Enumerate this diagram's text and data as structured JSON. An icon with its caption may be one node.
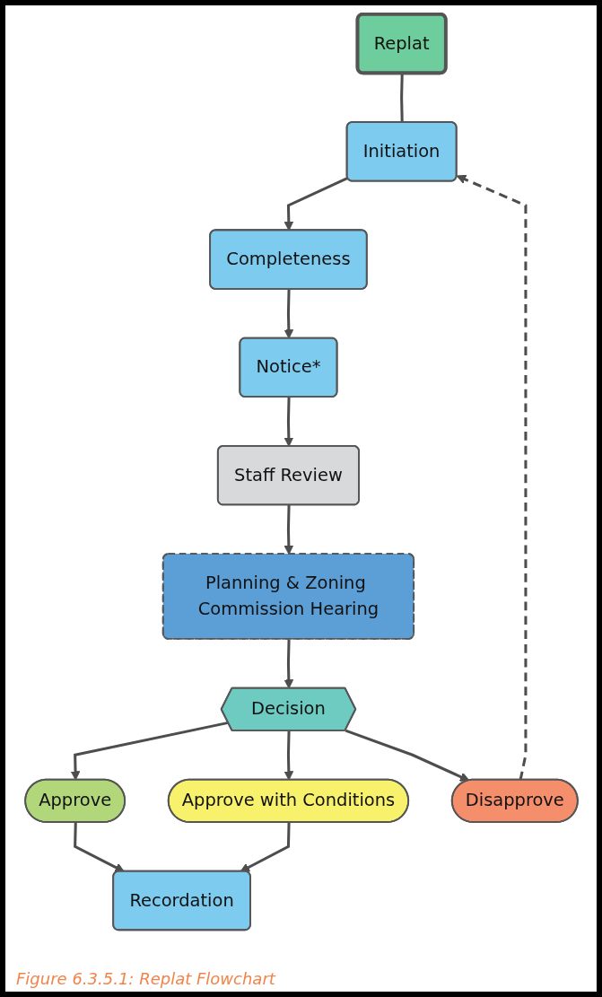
{
  "diagram": {
    "caption": "Figure 6.3.5.1: Replat Flowchart",
    "nodes": [
      {
        "text": [
          "Replat"
        ]
      },
      {
        "text": [
          "Initiation"
        ]
      },
      {
        "text": [
          "Completeness"
        ]
      },
      {
        "text": [
          "Notice*"
        ]
      },
      {
        "text": [
          "Staff Review"
        ]
      },
      {
        "text": [
          "Planning & Zoning Commission Hearing"
        ]
      },
      {
        "text": [
          "Decision"
        ]
      },
      {
        "text": [
          "Approve"
        ]
      },
      {
        "text": [
          "Approve with Conditions"
        ]
      },
      {
        "text": [
          "Disapprove"
        ]
      },
      {
        "text": [
          "Recordation"
        ]
      }
    ],
    "edges": [
      {
        "from": 0,
        "to": 1,
        "arrow": "none"
      },
      {
        "from": 1,
        "to": 2,
        "arrow": "to"
      },
      {
        "from": 2,
        "to": 3,
        "arrow": "to"
      },
      {
        "from": 3,
        "to": 4,
        "arrow": "to"
      },
      {
        "from": 4,
        "to": 5,
        "arrow": "to"
      },
      {
        "from": 5,
        "to": 6,
        "arrow": "to"
      },
      {
        "from": 6,
        "to": 7,
        "arrow": "to"
      },
      {
        "from": 6,
        "to": 8,
        "arrow": "to"
      },
      {
        "from": 6,
        "to": 9,
        "arrow": "to"
      },
      {
        "from": 7,
        "to": 10,
        "arrow": "to"
      },
      {
        "from": 8,
        "to": 10,
        "arrow": "to"
      },
      {
        "from": 9,
        "to": 1,
        "arrow": "to",
        "style": "dashed"
      }
    ]
  }
}
